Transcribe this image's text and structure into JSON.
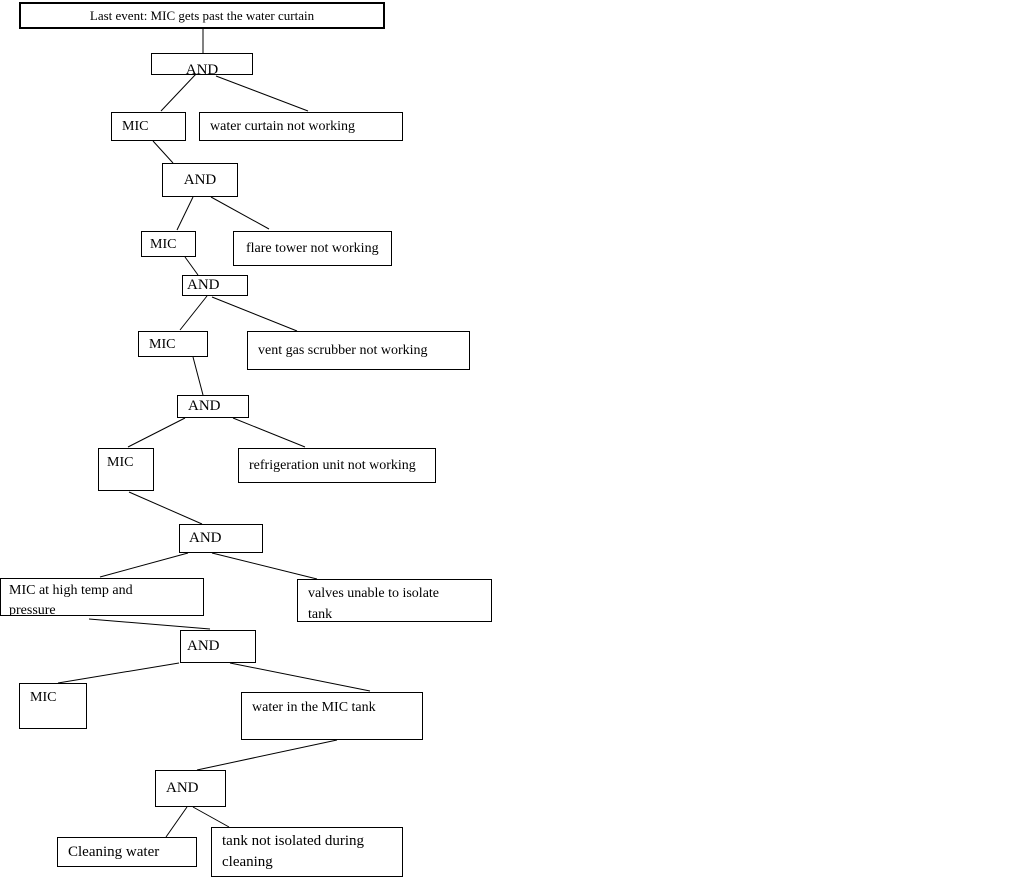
{
  "diagram": {
    "type": "fault-tree",
    "background_color": "#ffffff",
    "box_border_color": "#000000",
    "line_color": "#000000",
    "nodes": {
      "top_event": "Last event: MIC gets past the water curtain",
      "and1": "AND",
      "mic1": "MIC",
      "water_curtain": "water curtain not working",
      "and2": "AND",
      "mic2": "MIC",
      "flare_tower": "flare tower not working",
      "and3": "AND",
      "mic3": "MIC",
      "vent_gas_scrubber": "vent gas scrubber not working",
      "and4": "AND",
      "mic4": "MIC",
      "refrigeration_unit": "refrigeration unit not working",
      "and5": "AND",
      "mic_high_temp": "MIC at high temp and pressure",
      "valves": "valves unable to isolate tank",
      "and6": "AND",
      "mic5": "MIC",
      "water_in_tank": "water in the MIC tank",
      "and7": "AND",
      "cleaning_water": "Cleaning water",
      "tank_not_isolated": "tank not isolated during cleaning"
    },
    "edges": [
      [
        "top_event",
        "and1"
      ],
      [
        "and1",
        "mic1"
      ],
      [
        "and1",
        "water_curtain"
      ],
      [
        "mic1",
        "and2"
      ],
      [
        "and2",
        "mic2"
      ],
      [
        "and2",
        "flare_tower"
      ],
      [
        "mic2",
        "and3"
      ],
      [
        "and3",
        "mic3"
      ],
      [
        "and3",
        "vent_gas_scrubber"
      ],
      [
        "mic3",
        "and4"
      ],
      [
        "and4",
        "mic4"
      ],
      [
        "and4",
        "refrigeration_unit"
      ],
      [
        "mic4",
        "and5"
      ],
      [
        "and5",
        "mic_high_temp"
      ],
      [
        "and5",
        "valves"
      ],
      [
        "mic_high_temp",
        "and6"
      ],
      [
        "and6",
        "mic5"
      ],
      [
        "and6",
        "water_in_tank"
      ],
      [
        "water_in_tank",
        "and7"
      ],
      [
        "and7",
        "cleaning_water"
      ],
      [
        "and7",
        "tank_not_isolated"
      ]
    ]
  }
}
